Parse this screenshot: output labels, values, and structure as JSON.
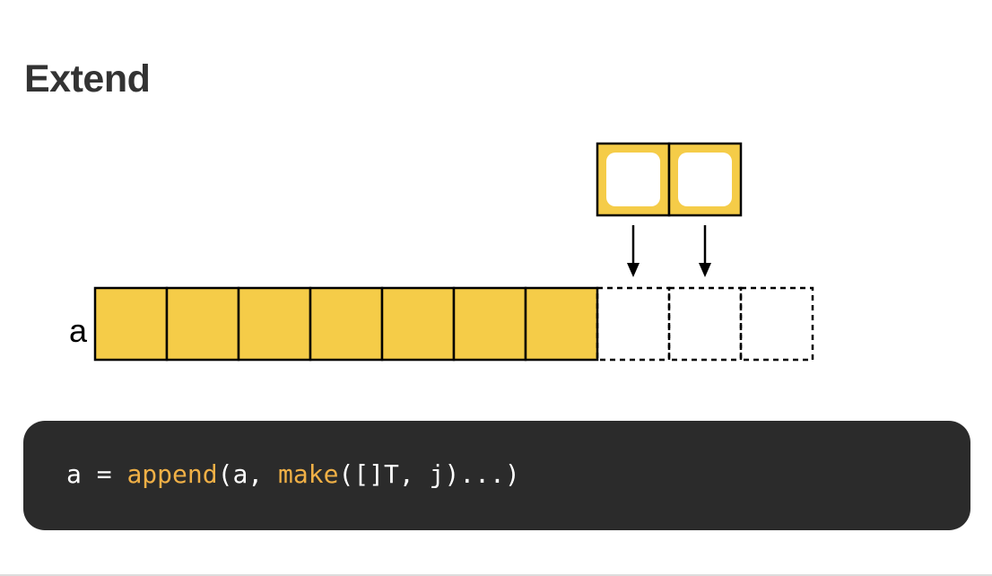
{
  "title": "Extend",
  "diagram": {
    "slice_label": "a",
    "filled_cells": 7,
    "empty_cells": 3,
    "new_cells": 2,
    "colors": {
      "fill": "#f5cc48",
      "stroke": "#000000",
      "inner": "#ffffff"
    }
  },
  "code": {
    "tokens": [
      {
        "text": "a = ",
        "kind": "plain"
      },
      {
        "text": "append",
        "kind": "fn"
      },
      {
        "text": "(a, ",
        "kind": "plain"
      },
      {
        "text": "make",
        "kind": "fn"
      },
      {
        "text": "([]T, j)...)",
        "kind": "plain"
      }
    ],
    "colors": {
      "background": "#2b2b2b",
      "text": "#ffffff",
      "function": "#f0b046"
    }
  }
}
